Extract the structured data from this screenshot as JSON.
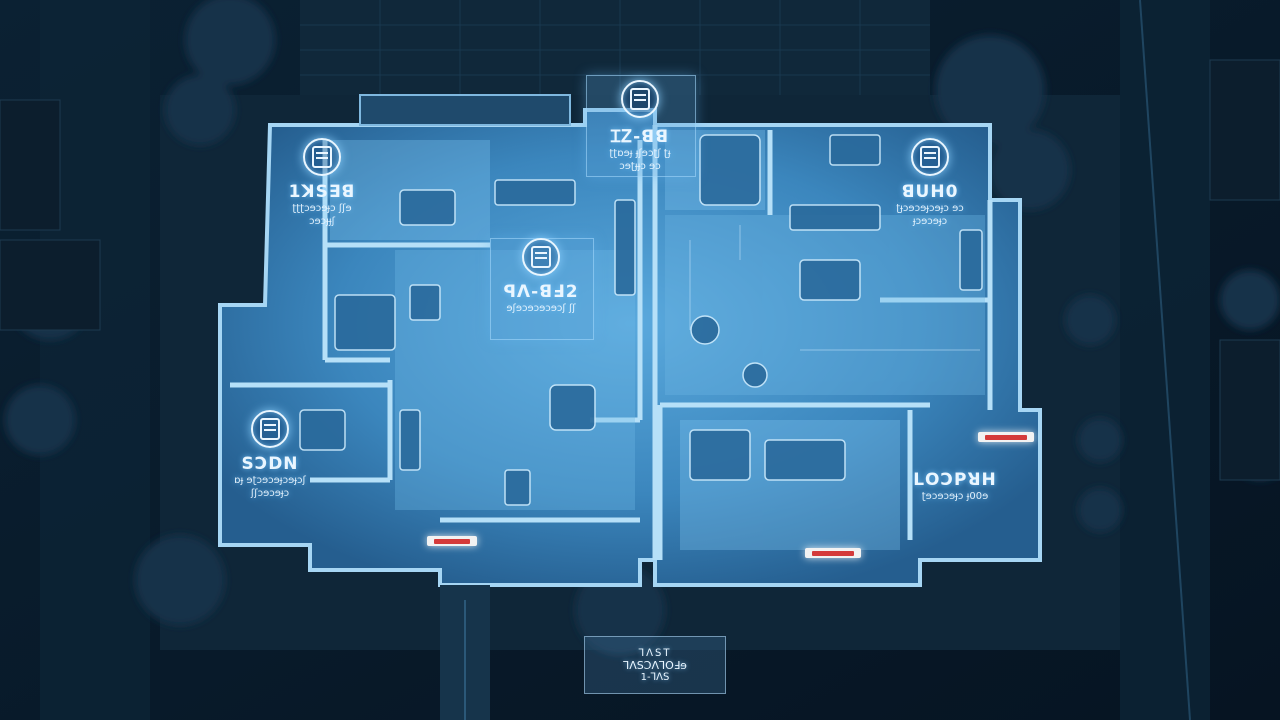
{
  "scene": {
    "palette": {
      "ground": "#0a1d2e",
      "lawn": "#11283a",
      "interior": "#3f8fc7",
      "wall": "#9fd0f0",
      "glow": "#7fc8ff",
      "alert": "#d43a3a"
    }
  },
  "rooms": [
    {
      "id": "nw",
      "icon": "camera-icon",
      "title": "1ꓘS∃ꓭ",
      "sub1": "ʈʈʈɔɘɔɘɟɔ ʃʃɘ",
      "sub2": "ɔɘɔɟɟʃ"
    },
    {
      "id": "north",
      "icon": "camera-icon",
      "title": "ꞮᏃ-ꓭꓭ",
      "sub1": "ʈʈɒɘɟ ɟʃɘɔʈʃ ʈɟ",
      "sub2": "ɔɘʈɟɟɔ ɘɔ"
    },
    {
      "id": "center",
      "icon": "camera-icon",
      "title": "ꟼꓥ-ꓭꓞ2",
      "sub1": "ɘʃɘɔɘɔɘɔɘɔʃ ʃʃ",
      "sub2": ""
    },
    {
      "id": "ne",
      "icon": "camera-icon",
      "title": "ꓭꓴꓧ0",
      "sub1": "ʈɟɔɘɔɘɟɔɘɟɔ ɘɔ",
      "sub2": "ɟɔɘɔɘɟɔ"
    },
    {
      "id": "west",
      "icon": "camera-icon",
      "title": "ꓢꓛꓓꓠ",
      "sub1": "ɒɟ ɘʈɔɘɔɘɟɔɘɟɔʃ",
      "sub2": "ʃʃɔɘɔɘɟɔ"
    },
    {
      "id": "se",
      "icon": "camera-icon",
      "title": "ꓡꓳꓛꓑꓤꓧ",
      "sub1": "ʈɘɔɘɔɘɟɔ ɟ00ɘ",
      "sub2": ""
    }
  ],
  "alerts": [
    {
      "id": "alert-east"
    },
    {
      "id": "alert-south-west"
    },
    {
      "id": "alert-south-center"
    }
  ],
  "hub": {
    "line1": "ꓶꓥꓢꓔ",
    "line2": "ꓶꓥꓢꓛꓥꓶꓳꓞɘ",
    "line3": "1-ꓶꓥꓢ"
  }
}
